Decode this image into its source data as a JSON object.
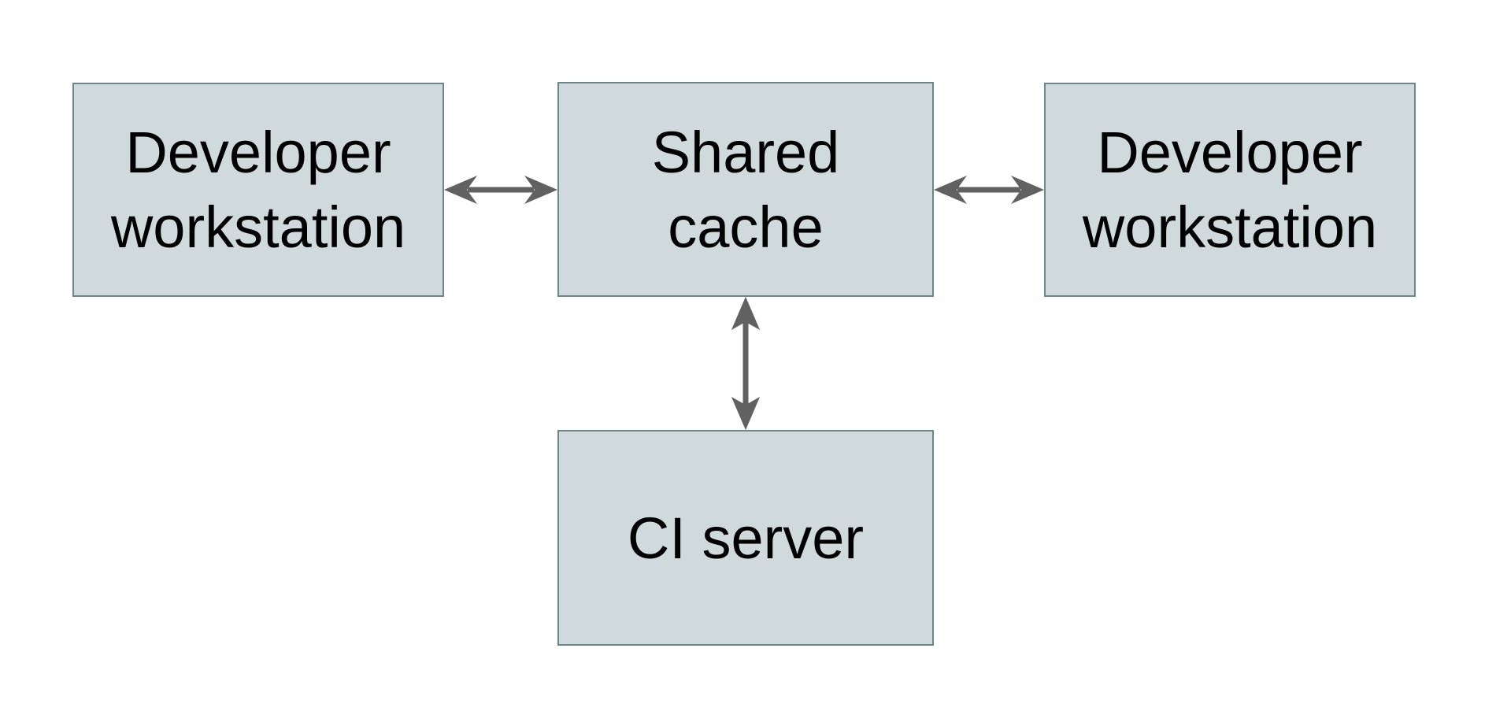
{
  "diagram": {
    "nodes": [
      {
        "id": "developer-workstation-left",
        "label": "Developer\nworkstation"
      },
      {
        "id": "shared-cache",
        "label": "Shared\ncache"
      },
      {
        "id": "developer-workstation-right",
        "label": "Developer\nworkstation"
      },
      {
        "id": "ci-server",
        "label": "CI server"
      }
    ],
    "edges": [
      {
        "from": "developer-workstation-left",
        "to": "shared-cache",
        "direction": "bidirectional"
      },
      {
        "from": "shared-cache",
        "to": "developer-workstation-right",
        "direction": "bidirectional"
      },
      {
        "from": "shared-cache",
        "to": "ci-server",
        "direction": "bidirectional"
      }
    ]
  },
  "colors": {
    "background": "#ffffff",
    "node_fill": "#d0d9db",
    "node_border": "#6e858d",
    "arrow": "#616161",
    "text": "#000000"
  }
}
